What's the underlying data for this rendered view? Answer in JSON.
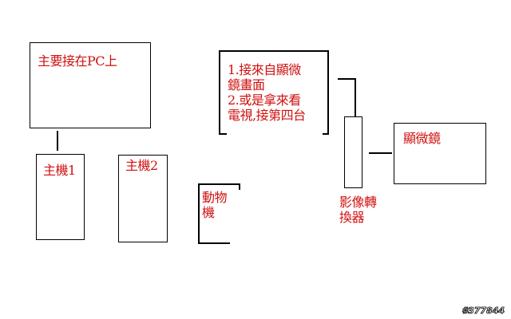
{
  "diagram": {
    "pc_box": {
      "label": "主要接在PC上"
    },
    "host1": {
      "label": "主機1"
    },
    "host2": {
      "label": "主機2"
    },
    "animal_machine": {
      "label_line1": "動物",
      "label_line2": "機"
    },
    "note_box": {
      "line1": "1.接來自顯微",
      "line2": "鏡畫面",
      "line3": "2.或是拿來看",
      "line4": "電視,接第四台"
    },
    "converter": {
      "label_line1": "影像轉",
      "label_line2": "換器"
    },
    "microscope": {
      "label": "顯微鏡"
    },
    "watermark": "#377844"
  },
  "colors": {
    "text": "#d01010",
    "lines": "#000000"
  }
}
